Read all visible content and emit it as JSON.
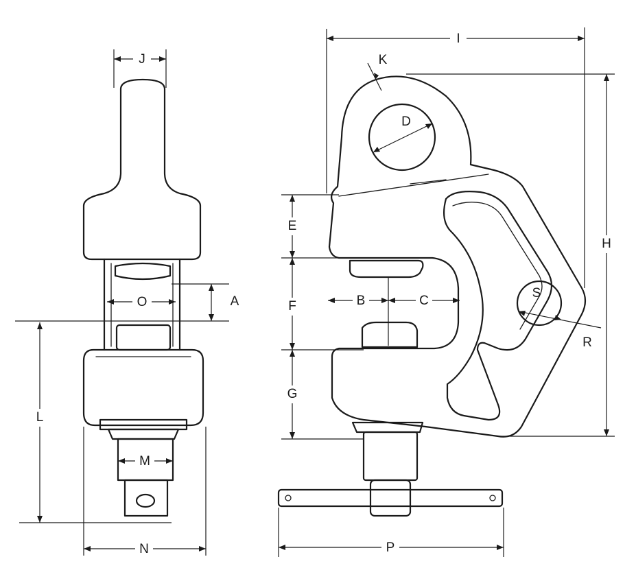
{
  "labels": {
    "J": "J",
    "O": "O",
    "A": "A",
    "L": "L",
    "M": "M",
    "N": "N",
    "I": "I",
    "K": "K",
    "D": "D",
    "H": "H",
    "E": "E",
    "F": "F",
    "B": "B",
    "C": "C",
    "S": "S",
    "R": "R",
    "G": "G",
    "P": "P"
  }
}
